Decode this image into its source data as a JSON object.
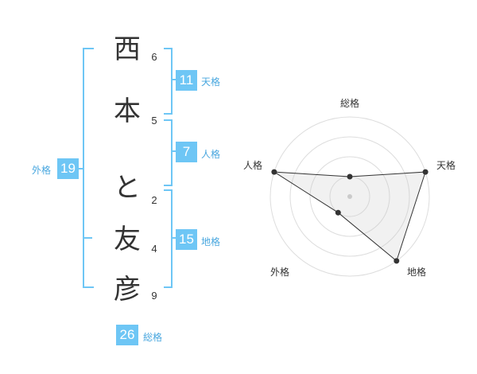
{
  "name": {
    "chars": [
      {
        "char": "西",
        "strokes": "6"
      },
      {
        "char": "本",
        "strokes": "5"
      },
      {
        "char": "と",
        "strokes": "2"
      },
      {
        "char": "友",
        "strokes": "4"
      },
      {
        "char": "彦",
        "strokes": "9"
      }
    ]
  },
  "kakusu": {
    "tenkaku": {
      "value": "11",
      "label": "天格"
    },
    "jinkaku": {
      "value": "7",
      "label": "人格"
    },
    "chikaku": {
      "value": "15",
      "label": "地格"
    },
    "gaikaku": {
      "value": "19",
      "label": "外格"
    },
    "soukaku": {
      "value": "26",
      "label": "総格"
    }
  },
  "colors": {
    "accent": "#6ec6f5",
    "label_text": "#49a7df",
    "char_text": "#333333"
  },
  "chart_data": {
    "type": "radar",
    "axes": [
      "総格",
      "天格",
      "地格",
      "外格",
      "人格"
    ],
    "levels": 4,
    "values": [
      1,
      4,
      4,
      1,
      4
    ],
    "max": 4
  }
}
